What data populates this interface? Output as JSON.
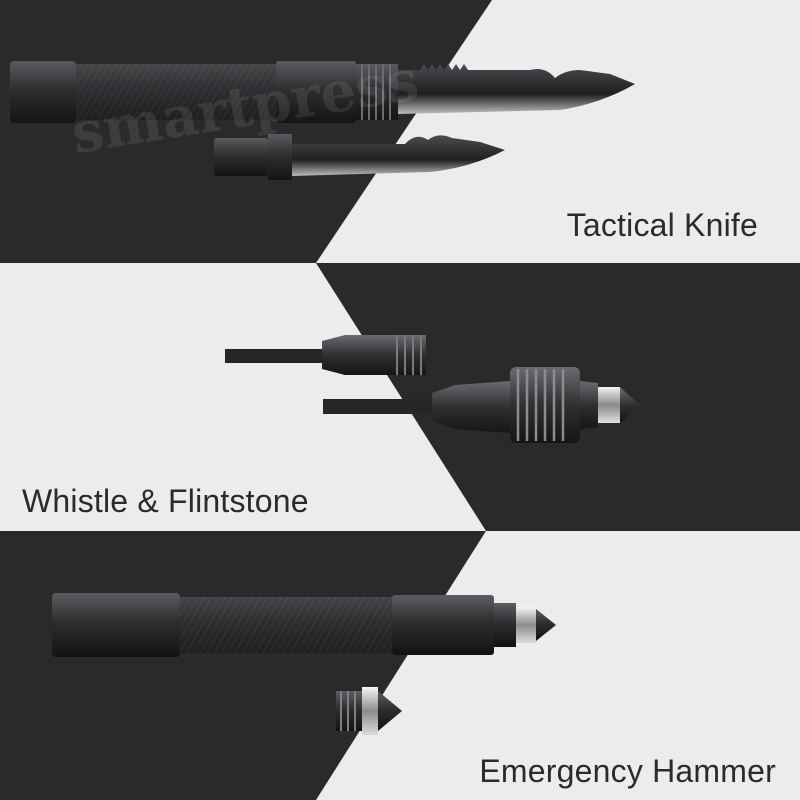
{
  "panels": [
    {
      "id": "tactical-knife",
      "caption": "Tactical Knife"
    },
    {
      "id": "whistle-flintstone",
      "caption": "Whistle & Flintstone"
    },
    {
      "id": "emergency-hammer",
      "caption": "Emergency Hammer"
    }
  ],
  "watermark": "smartpress",
  "colors": {
    "dark_bg": "#2a2a2a",
    "light_bg": "#ececec",
    "metal": "#3a3b3d",
    "caption_text": "#2b2b2b"
  }
}
